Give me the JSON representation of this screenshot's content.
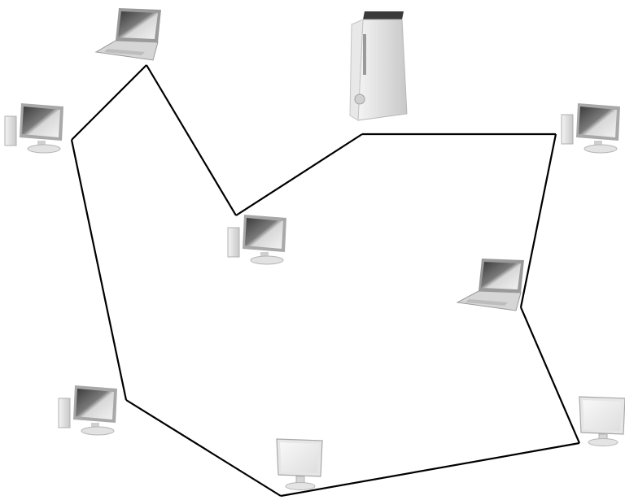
{
  "diagram": {
    "type": "network-topology",
    "line_color": "#000000",
    "background": "#ffffff",
    "nodes": [
      {
        "id": "laptop-top",
        "icon": "laptop-icon"
      },
      {
        "id": "desktop-left",
        "icon": "desktop-computer-icon"
      },
      {
        "id": "game-console",
        "icon": "game-console-icon"
      },
      {
        "id": "desktop-right",
        "icon": "desktop-computer-icon"
      },
      {
        "id": "desktop-center",
        "icon": "desktop-computer-icon"
      },
      {
        "id": "laptop-right",
        "icon": "laptop-icon"
      },
      {
        "id": "desktop-bottom-left",
        "icon": "desktop-computer-icon"
      },
      {
        "id": "monitor-bottom",
        "icon": "monitor-icon"
      },
      {
        "id": "monitor-bottom-right",
        "icon": "monitor-icon"
      }
    ],
    "connections": [
      [
        "laptop-top",
        "desktop-center"
      ],
      [
        "desktop-center",
        "game-console"
      ],
      [
        "game-console",
        "desktop-right"
      ],
      [
        "desktop-right",
        "laptop-right"
      ],
      [
        "laptop-right",
        "monitor-bottom-right"
      ],
      [
        "monitor-bottom-right",
        "monitor-bottom"
      ],
      [
        "monitor-bottom",
        "desktop-bottom-left"
      ],
      [
        "desktop-bottom-left",
        "desktop-left"
      ],
      [
        "desktop-left",
        "laptop-top"
      ]
    ]
  }
}
